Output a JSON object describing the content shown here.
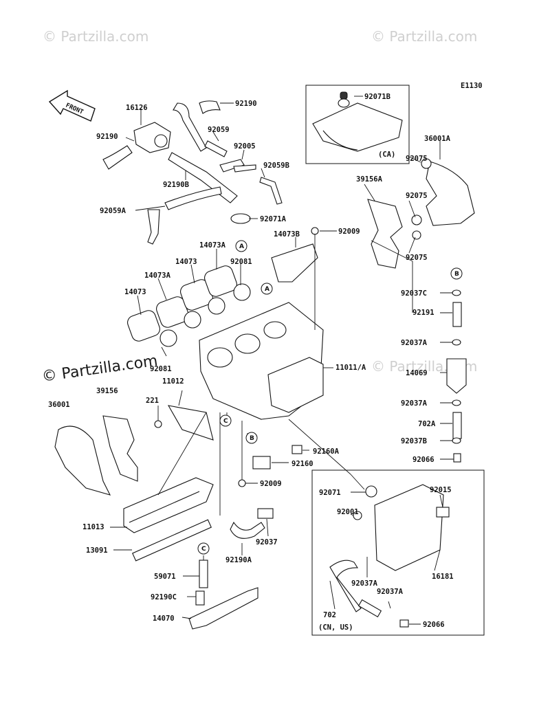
{
  "diagram_code": "E1130",
  "front_label": "FRONT",
  "watermarks": [
    "© Partzilla.com",
    "© Partzilla.com",
    "© Partzilla.com",
    "© Partzilla.com"
  ],
  "callouts": [
    {
      "id": "A1",
      "text": "A"
    },
    {
      "id": "A2",
      "text": "A"
    },
    {
      "id": "B1",
      "text": "B"
    },
    {
      "id": "B2",
      "text": "B"
    },
    {
      "id": "C1",
      "text": "C"
    },
    {
      "id": "C2",
      "text": "C"
    }
  ],
  "region_notes": {
    "ca": "(CA)",
    "cn_us": "(CN, US)"
  },
  "parts": [
    {
      "id": "p16126",
      "number": "16126"
    },
    {
      "id": "p92190a",
      "number": "92190"
    },
    {
      "id": "p92190b",
      "number": "92190"
    },
    {
      "id": "p92059",
      "number": "92059"
    },
    {
      "id": "p92005",
      "number": "92005"
    },
    {
      "id": "p92059B",
      "number": "92059B"
    },
    {
      "id": "p92190B",
      "number": "92190B"
    },
    {
      "id": "p92059A",
      "number": "92059A"
    },
    {
      "id": "p92071A",
      "number": "92071A"
    },
    {
      "id": "p92071B",
      "number": "92071B"
    },
    {
      "id": "p36001A",
      "number": "36001A"
    },
    {
      "id": "p92075a",
      "number": "92075"
    },
    {
      "id": "p92075b",
      "number": "92075"
    },
    {
      "id": "p92075c",
      "number": "92075"
    },
    {
      "id": "p39156A",
      "number": "39156A"
    },
    {
      "id": "p92009a",
      "number": "92009"
    },
    {
      "id": "p14073B",
      "number": "14073B"
    },
    {
      "id": "p14073Aa",
      "number": "14073A"
    },
    {
      "id": "p14073a",
      "number": "14073"
    },
    {
      "id": "p92081a",
      "number": "92081"
    },
    {
      "id": "p14073Ab",
      "number": "14073A"
    },
    {
      "id": "p14073b",
      "number": "14073"
    },
    {
      "id": "p92037C",
      "number": "92037C"
    },
    {
      "id": "p92191",
      "number": "92191"
    },
    {
      "id": "p92037Aa",
      "number": "92037A"
    },
    {
      "id": "p14069",
      "number": "14069"
    },
    {
      "id": "p92037Ab",
      "number": "92037A"
    },
    {
      "id": "p702A",
      "number": "702A"
    },
    {
      "id": "p92037B",
      "number": "92037B"
    },
    {
      "id": "p92066a",
      "number": "92066"
    },
    {
      "id": "p92081b",
      "number": "92081"
    },
    {
      "id": "p11012",
      "number": "11012"
    },
    {
      "id": "p11011A",
      "number": "11011/A"
    },
    {
      "id": "p36001",
      "number": "36001"
    },
    {
      "id": "p39156",
      "number": "39156"
    },
    {
      "id": "p221",
      "number": "221"
    },
    {
      "id": "p92160A",
      "number": "92160A"
    },
    {
      "id": "p92160",
      "number": "92160"
    },
    {
      "id": "p92009b",
      "number": "92009"
    },
    {
      "id": "p92071",
      "number": "92071"
    },
    {
      "id": "p92015",
      "number": "92015"
    },
    {
      "id": "p92001",
      "number": "92001"
    },
    {
      "id": "p11013",
      "number": "11013"
    },
    {
      "id": "p92037",
      "number": "92037"
    },
    {
      "id": "p13091",
      "number": "13091"
    },
    {
      "id": "p92190A",
      "number": "92190A"
    },
    {
      "id": "p16181",
      "number": "16181"
    },
    {
      "id": "p92037Ac",
      "number": "92037A"
    },
    {
      "id": "p59071",
      "number": "59071"
    },
    {
      "id": "p92190C",
      "number": "92190C"
    },
    {
      "id": "p92037Ad",
      "number": "92037A"
    },
    {
      "id": "p702",
      "number": "702"
    },
    {
      "id": "p92066b",
      "number": "92066"
    },
    {
      "id": "p14070",
      "number": "14070"
    }
  ]
}
